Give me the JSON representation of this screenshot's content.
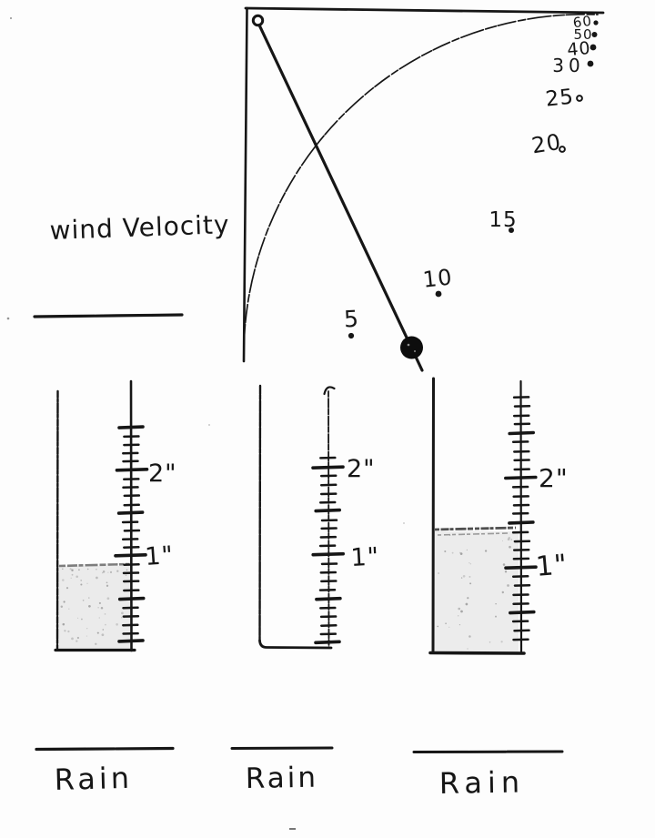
{
  "wind_gauge": {
    "label": "wind Velocity",
    "scale_labels": [
      "5",
      "10",
      "15",
      "20",
      "25",
      "30",
      "40",
      "50",
      "60"
    ],
    "pointer": {
      "between": [
        "5",
        "10"
      ],
      "approx_value": 7
    }
  },
  "rain_gauges": [
    {
      "position": "left",
      "label": "Rain",
      "tick_labels": [
        "2\"",
        "1\""
      ],
      "water_depth_inches_approx": 0.95
    },
    {
      "position": "middle",
      "label": "Rain",
      "tick_labels": [
        "2\"",
        "1\""
      ],
      "water_depth_inches_approx": 0
    },
    {
      "position": "right",
      "label": "Rain",
      "tick_labels": [
        "2\"",
        "1\""
      ],
      "water_depth_inches_approx": 1.45
    }
  ]
}
